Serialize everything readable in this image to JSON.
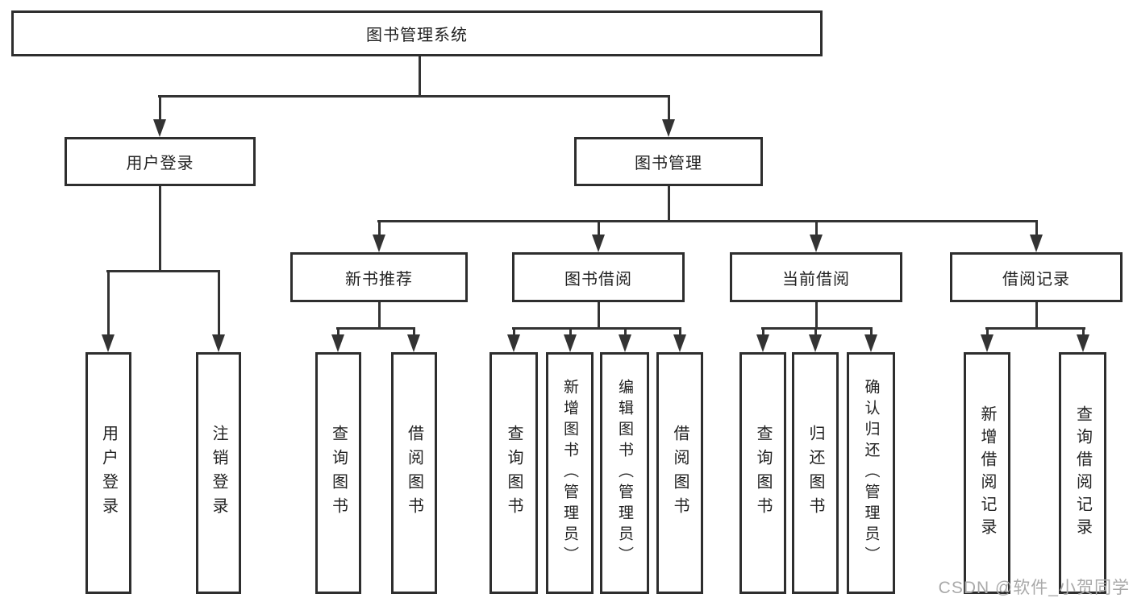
{
  "tree": {
    "root": {
      "label": "图书管理系统"
    },
    "branches": [
      {
        "label": "用户登录",
        "children": [
          {
            "label": "用户登录"
          },
          {
            "label": "注销登录"
          }
        ]
      },
      {
        "label": "图书管理",
        "sections": [
          {
            "label": "新书推荐",
            "children": [
              {
                "label": "查询图书"
              },
              {
                "label": "借阅图书"
              }
            ]
          },
          {
            "label": "图书借阅",
            "children": [
              {
                "label": "查询图书"
              },
              {
                "label": "新增图书（管理员）"
              },
              {
                "label": "编辑图书（管理员）"
              },
              {
                "label": "借阅图书"
              }
            ]
          },
          {
            "label": "当前借阅",
            "children": [
              {
                "label": "查询图书"
              },
              {
                "label": "归还图书"
              },
              {
                "label": "确认归还（管理员）"
              }
            ]
          },
          {
            "label": "借阅记录",
            "children": [
              {
                "label": "新增借阅记录"
              },
              {
                "label": "查询借阅记录"
              }
            ]
          }
        ]
      }
    ]
  },
  "watermark": {
    "text": "CSDN @软件_小贺同学"
  },
  "colors": {
    "line": "#333333",
    "box_border": "#2e2e2e",
    "text": "#222222",
    "background": "#ffffff",
    "watermark": "#a9a9a9"
  }
}
